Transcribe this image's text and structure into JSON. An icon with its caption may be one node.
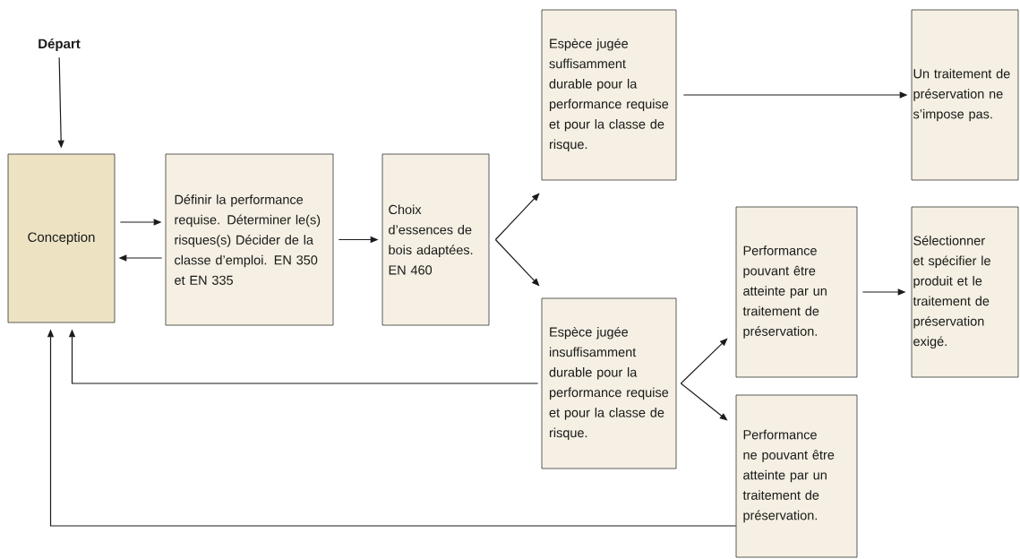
{
  "diagram": {
    "nodes": [
      {
        "text": [
          "Départ"
        ]
      },
      {
        "text": [
          "Conception"
        ]
      },
      {
        "text": [
          "Définir la performance requise. Déterminer le(s) risques(s) Décider de la classe d’emploi. EN 350 et EN 335"
        ]
      },
      {
        "text": [
          "Choix d’essences de bois adaptées. EN 460"
        ]
      },
      {
        "text": [
          "Espèce jugée suffisamment durable pour la performance requise et pour la classe de risque."
        ]
      },
      {
        "text": [
          "Un traitement de préservation ne s’impose pas."
        ]
      },
      {
        "text": [
          "Espèce jugée insuffisamment durable pour la performance requise et pour la classe de risque."
        ]
      },
      {
        "text": [
          "Performance pouvant être atteinte par un traitement de préservation."
        ]
      },
      {
        "text": [
          "Sélectionner et spécifier le produit et le traitement de préservation exigé."
        ]
      },
      {
        "text": [
          "Performance ne pouvant être atteinte par un traitement de préservation."
        ]
      }
    ],
    "edges": [
      {
        "from": 0,
        "to": 1,
        "arrow": "to"
      },
      {
        "from": 1,
        "to": 2,
        "arrow": "to"
      },
      {
        "from": 2,
        "to": 1,
        "arrow": "to"
      },
      {
        "from": 2,
        "to": 3,
        "arrow": "to"
      },
      {
        "from": 3,
        "to": 4,
        "arrow": "to"
      },
      {
        "from": 3,
        "to": 6,
        "arrow": "to"
      },
      {
        "from": 4,
        "to": 5,
        "arrow": "to"
      },
      {
        "from": 6,
        "to": 7,
        "arrow": "to"
      },
      {
        "from": 6,
        "to": 9,
        "arrow": "to"
      },
      {
        "from": 7,
        "to": 8,
        "arrow": "to"
      },
      {
        "from": 6,
        "to": 1,
        "arrow": "to"
      },
      {
        "from": 9,
        "to": 1,
        "arrow": "to"
      }
    ]
  }
}
